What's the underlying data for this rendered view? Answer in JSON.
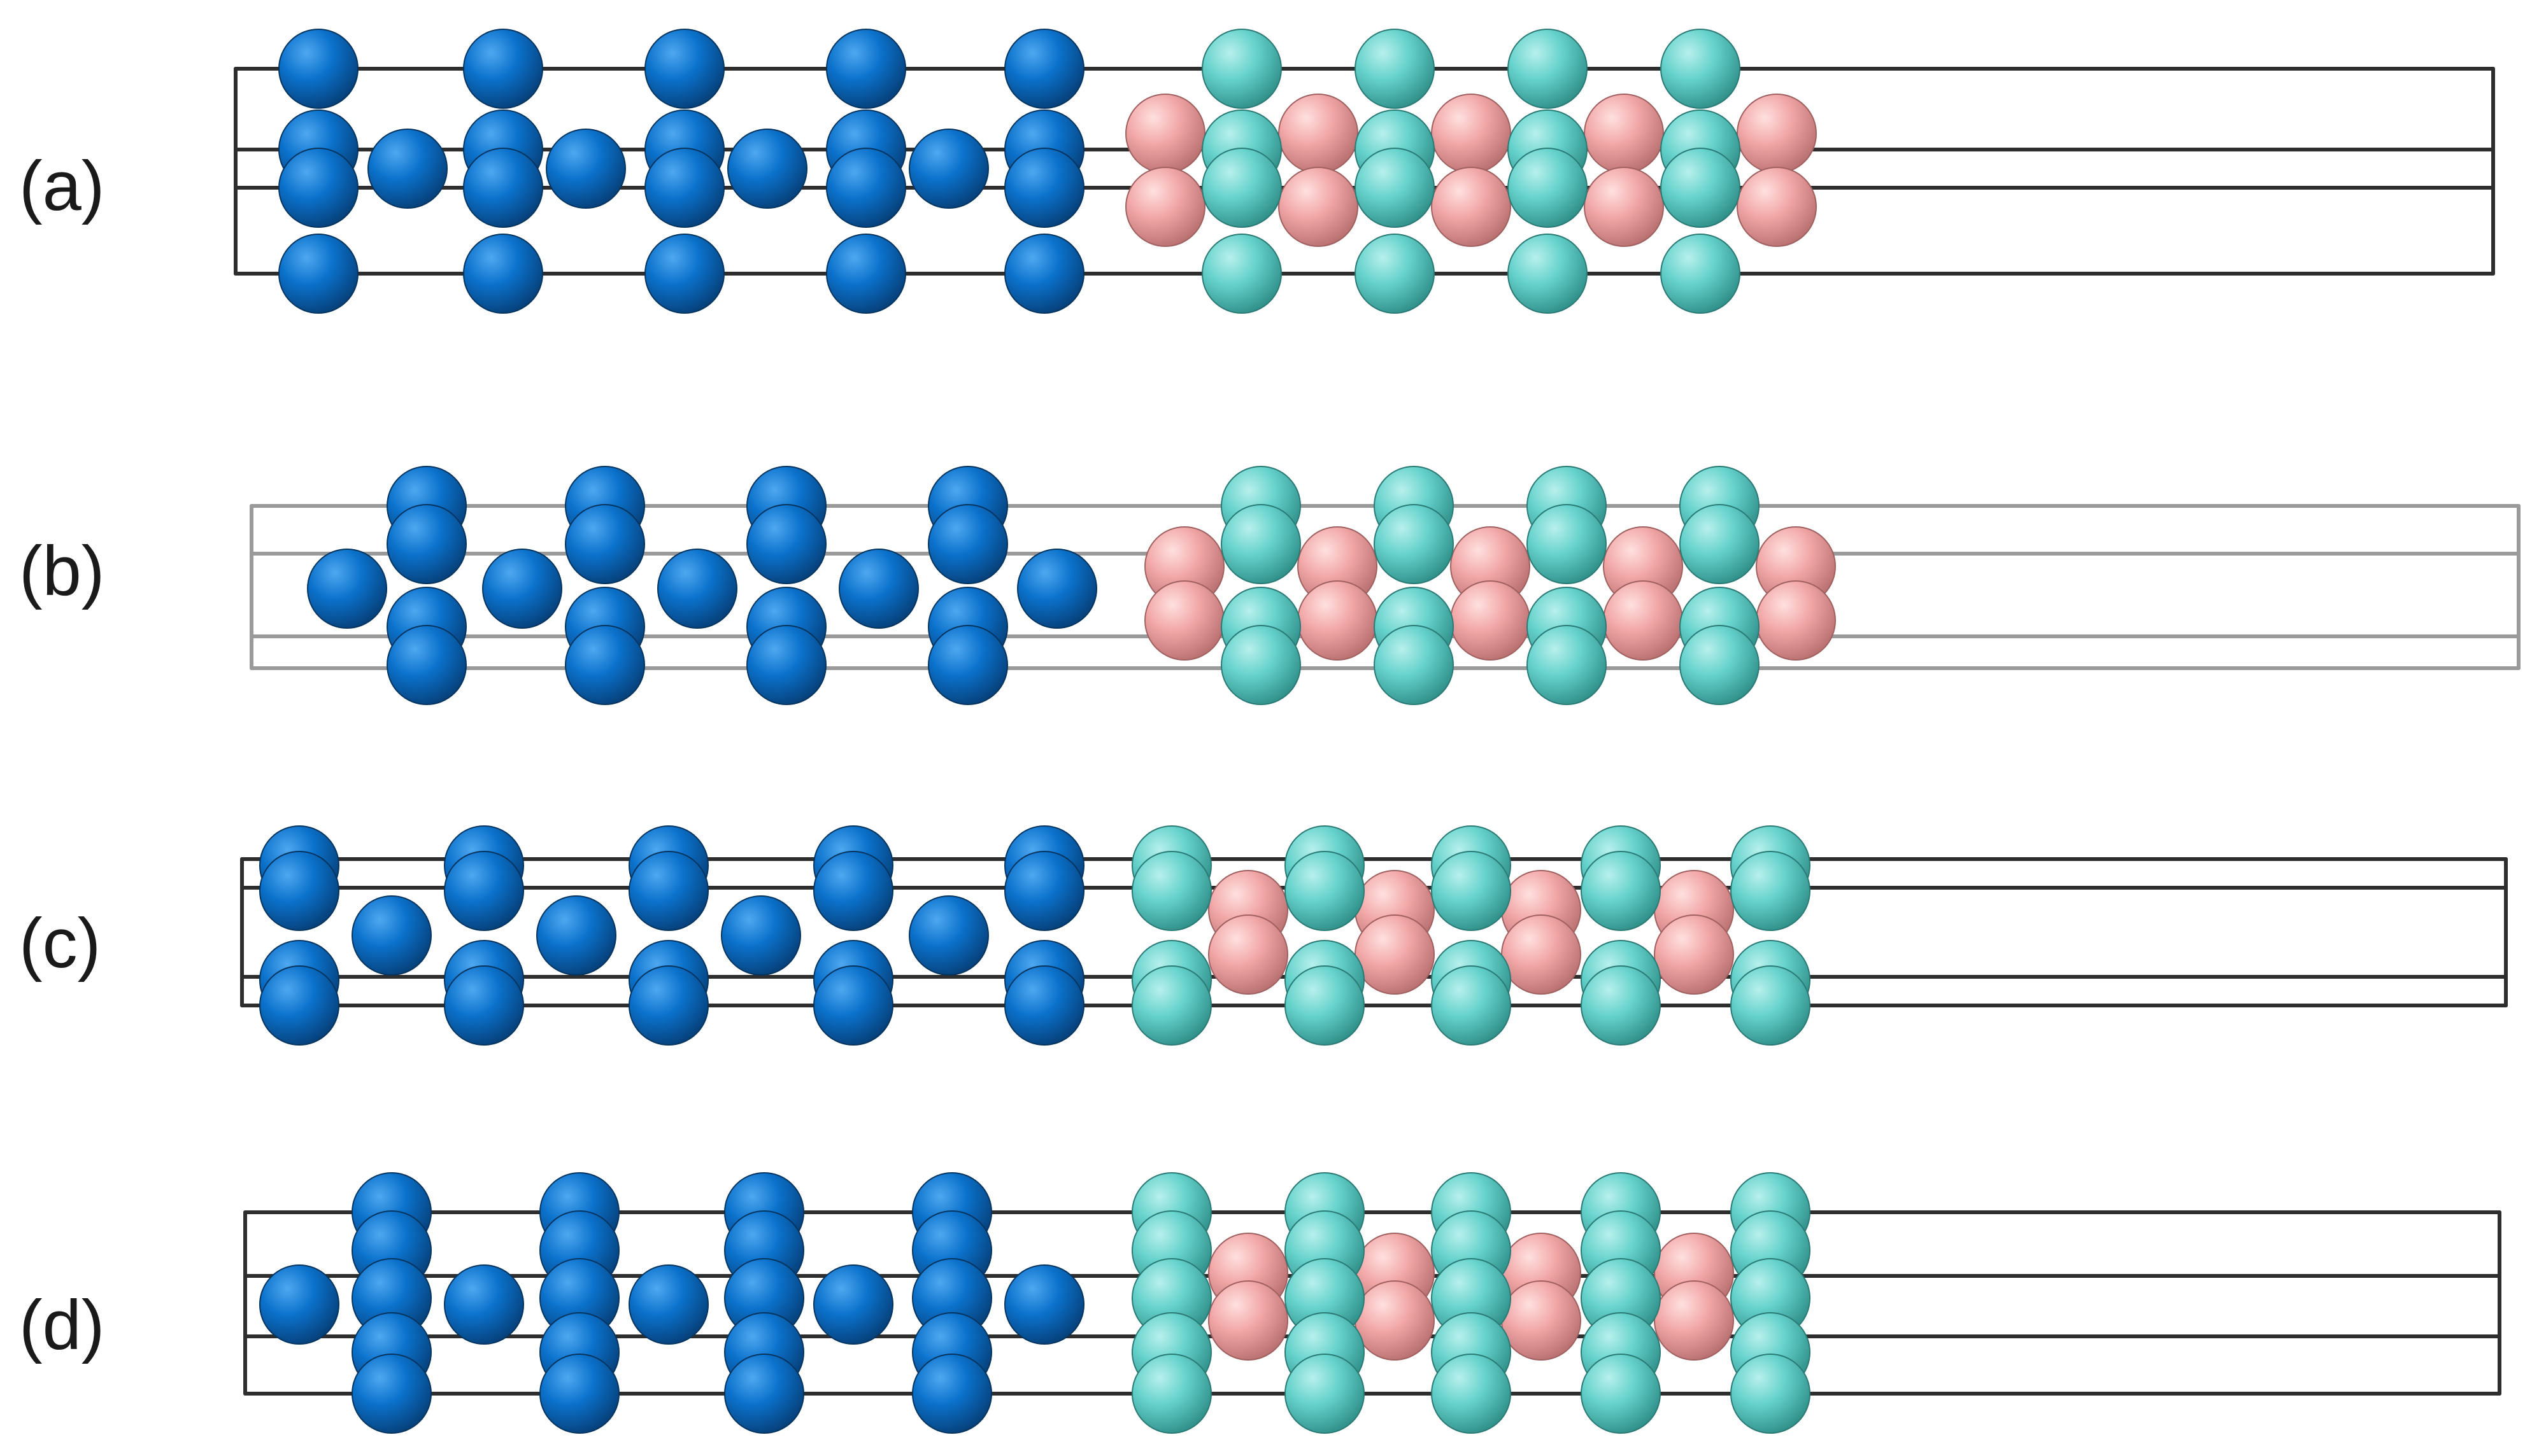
{
  "figure": {
    "panels": [
      {
        "label": "(a)"
      },
      {
        "label": "(b)"
      },
      {
        "label": "(c)"
      },
      {
        "label": "(d)"
      }
    ]
  },
  "colors": {
    "blue_atom": "#0b72cc",
    "cyan_atom": "#66d2cc",
    "pink_atom": "#f2a7a7",
    "cell_line": "#2e2e2e",
    "cell_line_light": "#9a9a9a"
  }
}
